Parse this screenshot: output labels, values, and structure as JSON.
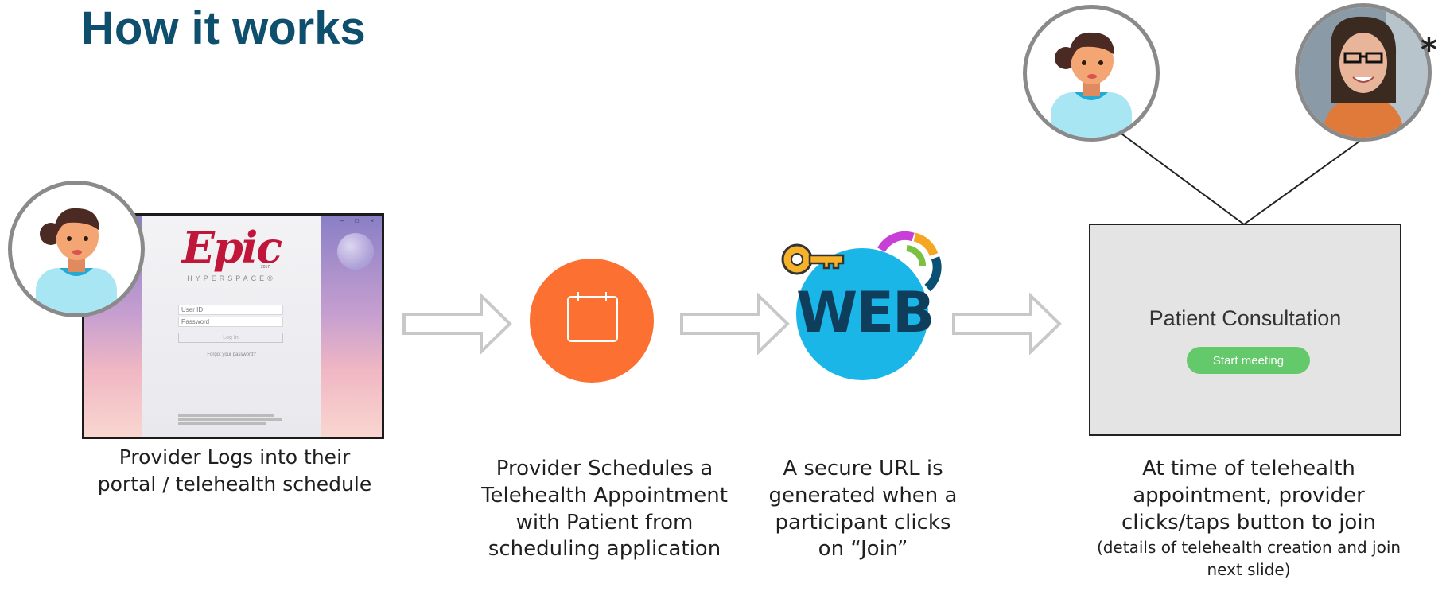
{
  "header": {
    "title": "How it works"
  },
  "steps": [
    {
      "caption": "Provider Logs into their portal / telehealth schedule"
    },
    {
      "caption": "Provider Schedules a Telehealth Appointment with Patient from scheduling application"
    },
    {
      "caption": "A secure URL is generated when a participant clicks on “Join”"
    },
    {
      "caption": "At time of telehealth appointment, provider clicks/taps button to join",
      "subcaption": "(details of telehealth creation and join next slide)"
    }
  ],
  "epic_screen": {
    "logo": "Epic",
    "year": "2017",
    "product": "HYPERSPACE®",
    "user_id_placeholder": "User ID",
    "password_placeholder": "Password",
    "login_label": "Log In",
    "forgot_label": "Forgot your password?",
    "window_controls": "– □ ×"
  },
  "web_badge": {
    "text": "WEB"
  },
  "consultation": {
    "title": "Patient Consultation",
    "start_button": "Start meeting"
  },
  "marker": {
    "asterisk": "*"
  },
  "colors": {
    "title": "#0f4f6e",
    "calendar": "#fc7031",
    "web": "#1ab6e8",
    "start_button": "#63c96b",
    "arrow_outline": "#c8c8c8"
  }
}
